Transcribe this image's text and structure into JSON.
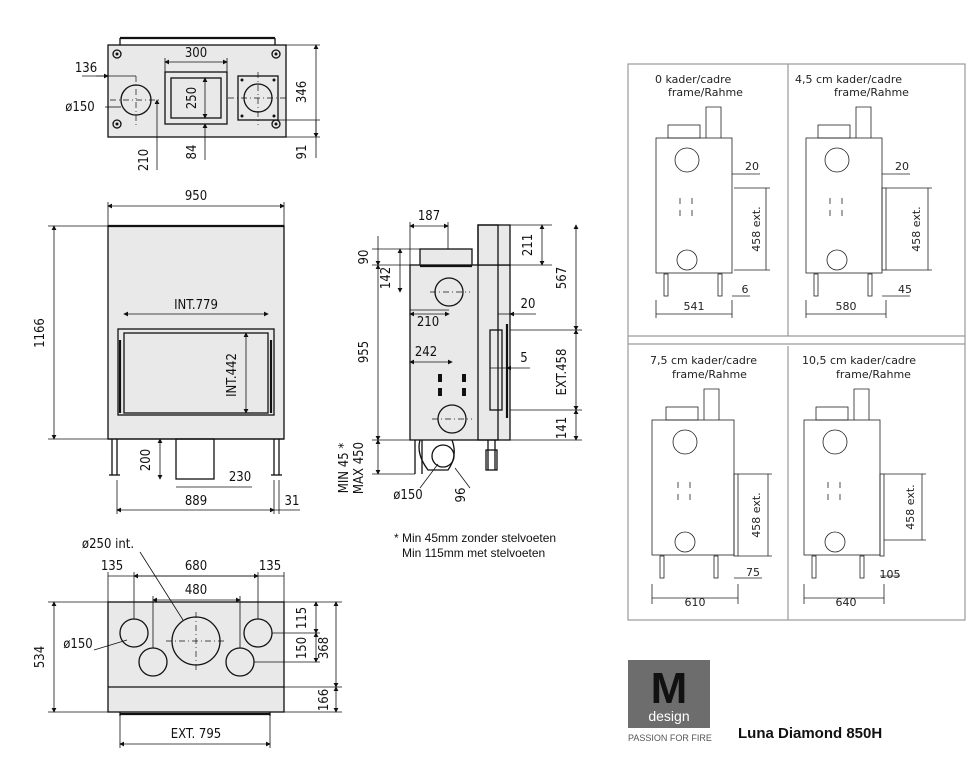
{
  "top_view": {
    "dims": [
      "300",
      "136",
      "ø150",
      "250",
      "346",
      "210",
      "84",
      "91"
    ]
  },
  "front_view": {
    "dims": [
      "950",
      "1166",
      "INT.779",
      "INT.442",
      "200",
      "230",
      "889",
      "31"
    ]
  },
  "side_view": {
    "dims": [
      "187",
      "90",
      "142",
      "211",
      "567",
      "210",
      "20",
      "955",
      "242",
      "5",
      "EXT.458",
      "141",
      "MIN 45 *",
      "MAX 450",
      "ø150",
      "96"
    ]
  },
  "footnote": {
    "line1": "* Min 45mm zonder stelvoeten",
    "line2": "Min 115mm met stelvoeten"
  },
  "bottom_view": {
    "dims": [
      "ø250 int.",
      "135",
      "680",
      "135",
      "480",
      "ø150",
      "534",
      "115",
      "150",
      "368",
      "166",
      "EXT. 795"
    ]
  },
  "frame_panels": [
    {
      "title1": "0  kader/cadre",
      "title2": "frame/Rahme",
      "d20": "20",
      "dext": "458 ext.",
      "dside": "6",
      "dwidth": "541"
    },
    {
      "title1": "4,5 cm  kader/cadre",
      "title2": "frame/Rahme",
      "d20": "20",
      "dext": "458 ext.",
      "dside": "45",
      "dwidth": "580"
    },
    {
      "title1": "7,5 cm kader/cadre",
      "title2": "frame/Rahme",
      "d20": "",
      "dext": "458 ext.",
      "dside": "75",
      "dwidth": "610"
    },
    {
      "title1": "10,5 cm kader/cadre",
      "title2": "frame/Rahme",
      "d20": "",
      "dext": "458 ext.",
      "dside": "105",
      "dwidth": "640"
    }
  ],
  "logo": {
    "letter": "M",
    "word": "design",
    "tagline": "PASSION FOR FIRE"
  },
  "product_name": "Luna Diamond 850H",
  "colors": {
    "line": "#111111",
    "frame": "#9a9a9a",
    "logo_bg": "#6d6d6d"
  }
}
